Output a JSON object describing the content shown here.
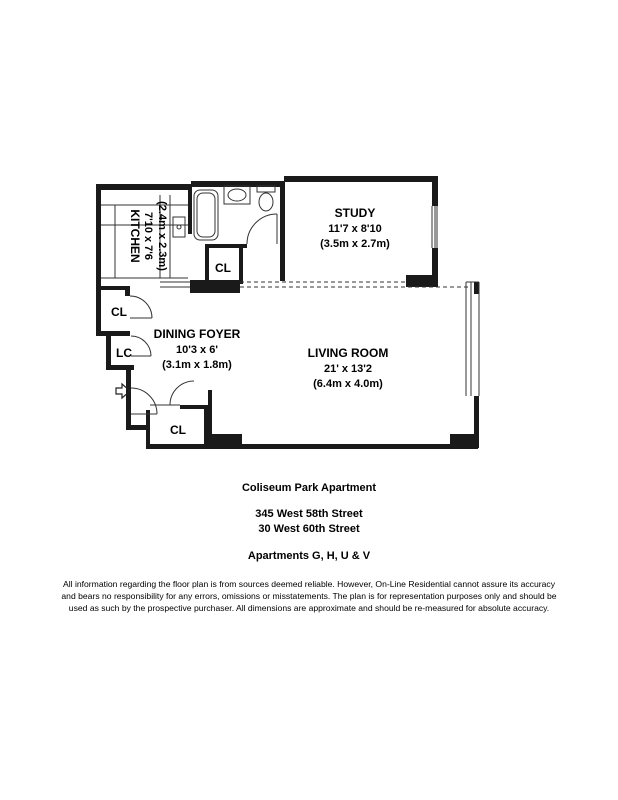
{
  "rooms": {
    "kitchen": {
      "name": "KITCHEN",
      "dim_ft": "7'10 x 7'6",
      "dim_m": "(2.4m x 2.3m)"
    },
    "study": {
      "name": "STUDY",
      "dim_ft": "11'7 x 8'10",
      "dim_m": "(3.5m x 2.7m)"
    },
    "dining_foyer": {
      "name": "DINING FOYER",
      "dim_ft": "10'3 x 6'",
      "dim_m": "(3.1m x 1.8m)"
    },
    "living_room": {
      "name": "LIVING ROOM",
      "dim_ft": "21' x 13'2",
      "dim_m": "(6.4m x 4.0m)"
    }
  },
  "closets": {
    "cl_bath": "CL",
    "cl_top_left": "CL",
    "lc": "LC",
    "cl_bottom": "CL"
  },
  "caption": {
    "building": "Coliseum Park Apartment",
    "address1": "345 West 58th Street",
    "address2": "30 West 60th Street",
    "units": "Apartments G, H, U & V"
  },
  "disclaimer": {
    "line1": "All information regarding the floor plan is from sources deemed reliable.  However, On-Line Residential cannot assure its accuracy",
    "line2": "and bears no responsibility for any errors, omissions or misstatements.  The plan is for representation purposes only and should be",
    "line3": "used as such by the prospective purchaser.  All dimensions are approximate and should be re-measured for absolute accuracy."
  },
  "icons": {
    "entry": "entry-arrow-icon"
  }
}
